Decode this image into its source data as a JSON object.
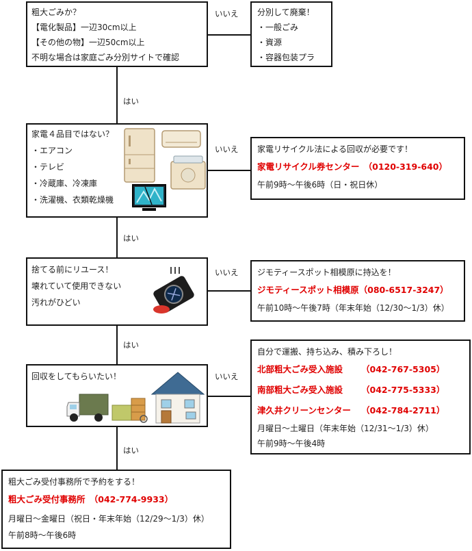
{
  "q1": {
    "lines": [
      "粗大ごみか？",
      "【電化製品】一辺30cm以上",
      "【その他の物】一辺50cm以上",
      "不明な場合は家庭ごみ分別サイトで確認"
    ]
  },
  "a1": {
    "lines": [
      "分別して廃棄！",
      "・一般ごみ",
      "・資源",
      "・容器包装プラ"
    ]
  },
  "q2": {
    "lines": [
      "家電４品目ではない？",
      "・エアコン",
      "・テレビ",
      "・冷蔵庫、冷凍庫",
      "・洗濯機、衣類乾燥機"
    ],
    "icons": [
      "refrigerator-icon",
      "air-conditioner-icon",
      "washing-machine-icon",
      "broken-tv-icon"
    ]
  },
  "a2": {
    "title": "家電リサイクル法による回収が必要です！",
    "contact": "家電リサイクル券センター　（0120-319-640）",
    "hours": "午前9時～午後6時（日・祝日休）"
  },
  "q3": {
    "lines": [
      "捨てる前にリユース！",
      "壊れていて使用できない",
      "汚れがひどい"
    ],
    "icons": [
      "broken-camera-icon"
    ]
  },
  "a3": {
    "title": "ジモティースポット相模原に持込を！",
    "contact": "ジモティースポット相模原（080-6517-3247）",
    "hours": "午前10時～午後7時（年末年始（12/30～1/3）休）"
  },
  "q4": {
    "lines": [
      "回収をしてもらいたい！"
    ],
    "icons": [
      "truck-icon",
      "furniture-icon",
      "house-icon"
    ]
  },
  "a4": {
    "title": "自分で運搬、持ち込み、積み下ろし！",
    "facilities": [
      {
        "name": "北部粗大ごみ受入施設",
        "tel": "（042-767-5305）"
      },
      {
        "name": "南部粗大ごみ受入施設",
        "tel": "（042-775-5333）"
      },
      {
        "name": "津久井クリーンセンター",
        "tel": "（042-784-2711）"
      }
    ],
    "days": "月曜日～土曜日（年末年始（12/31～1/3）休）",
    "hours": "午前9時～午後4時"
  },
  "final": {
    "title": "粗大ごみ受付事務所で予約をする！",
    "contact": "粗大ごみ受付事務所　（042-774-9933）",
    "days": "月曜日～金曜日（祝日・年末年始（12/29～1/3）休）",
    "hours": "午前8時～午後6時"
  },
  "labels": {
    "yes": "はい",
    "no": "いいえ"
  },
  "colors": {
    "accent": "#e00000",
    "border": "#111111"
  }
}
